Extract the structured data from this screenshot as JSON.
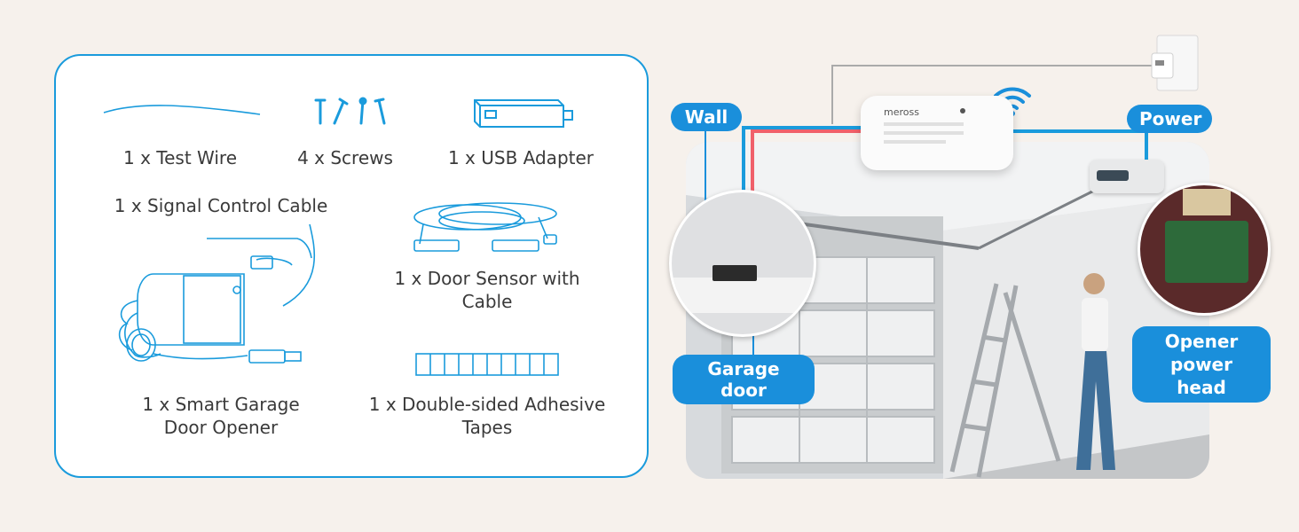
{
  "package": {
    "items": [
      {
        "id": "test_wire",
        "label": "1 x Test Wire"
      },
      {
        "id": "screws",
        "label": "4 x Screws"
      },
      {
        "id": "usb_adapter",
        "label": "1 x USB Adapter"
      },
      {
        "id": "signal_cable",
        "label": "1 x Signal Control Cable"
      },
      {
        "id": "door_sensor",
        "label": "1 x Door Sensor with\nCable"
      },
      {
        "id": "opener",
        "label": "1 x Smart Garage\nDoor Opener"
      },
      {
        "id": "tapes",
        "label": "1 x Double-sided Adhesive\nTapes"
      }
    ]
  },
  "diagram": {
    "labels": {
      "wall": "Wall",
      "power": "Power",
      "garage_door": "Garage door",
      "opener_head": "Opener\npower head"
    },
    "device_brand": "meross"
  },
  "colors": {
    "accent": "#1a8fdb",
    "wire_red": "#f0606a",
    "wire_blue": "#1a9bdc",
    "background": "#f6f1ec"
  }
}
